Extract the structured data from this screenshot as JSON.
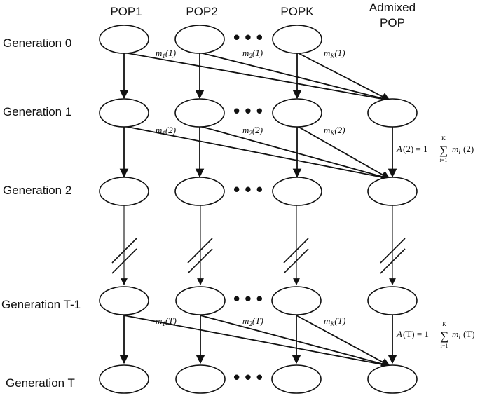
{
  "columns": {
    "pop1": "POP1",
    "pop2": "POP2",
    "popk": "POPK",
    "admixed_line1": "Admixed",
    "admixed_line2": "POP"
  },
  "rows": {
    "gen0": "Generation 0",
    "gen1": "Generation 1",
    "gen2": "Generation 2",
    "genT1": "Generation T-1",
    "genT": "Generation T"
  },
  "ellipsis": "• • •",
  "migration": {
    "g1": {
      "m1": "m",
      "m1_sub": "1",
      "m1_arg": "(1)",
      "m2": "m",
      "m2_sub": "2",
      "m2_arg": "(1)",
      "mk": "m",
      "mk_sub": "K",
      "mk_arg": "(1)"
    },
    "g2": {
      "m1": "m",
      "m1_sub": "1",
      "m1_arg": "(2)",
      "m2": "m",
      "m2_sub": "2",
      "m2_arg": "(2)",
      "mk": "m",
      "mk_sub": "K",
      "mk_arg": "(2)"
    },
    "gT": {
      "m1": "m",
      "m1_sub": "1",
      "m1_arg": "(T)",
      "m2": "m",
      "m2_sub": "2",
      "m2_arg": "(T)",
      "mk": "m",
      "mk_sub": "K",
      "mk_arg": "(T)"
    }
  },
  "equations": {
    "eq2": {
      "lhs": "A",
      "lhs_arg": "(2) = 1 −",
      "sum_top": "K",
      "sum": "∑",
      "sum_bot": "i=1",
      "term": "m",
      "term_sub": "i",
      "term_arg": "(2)"
    },
    "eqT": {
      "lhs": "A",
      "lhs_arg": "(T) = 1 −",
      "sum_top": "K",
      "sum": "∑",
      "sum_bot": "i=1",
      "term": "m",
      "term_sub": "i",
      "term_arg": "(T)"
    }
  }
}
